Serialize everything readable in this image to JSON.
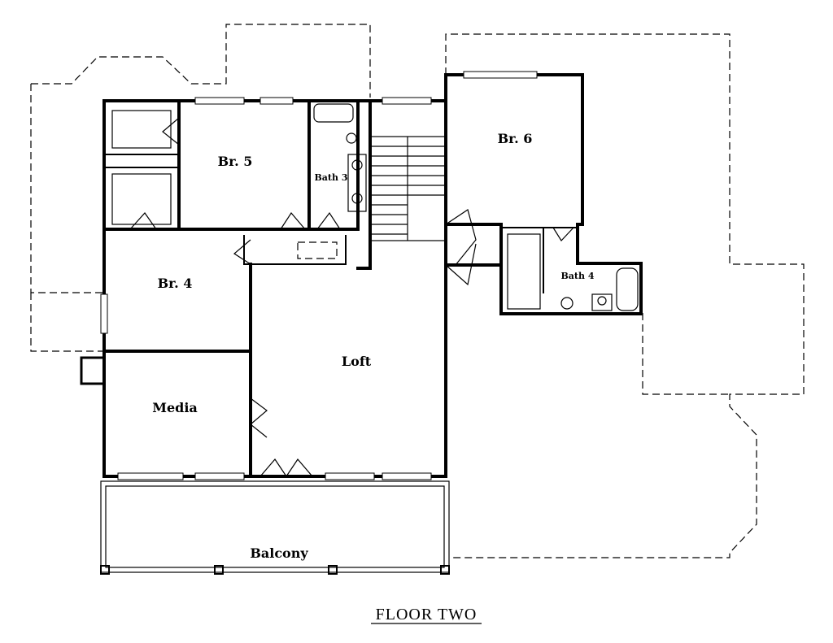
{
  "title": "FLOOR TWO",
  "rooms": {
    "br5": "Br. 5",
    "bath3": "Bath 3",
    "br6": "Br. 6",
    "br4": "Br. 4",
    "bath4": "Bath 4",
    "loft": "Loft",
    "media": "Media",
    "balcony": "Balcony"
  },
  "colors": {
    "ink": "#000000",
    "paper": "#ffffff"
  }
}
